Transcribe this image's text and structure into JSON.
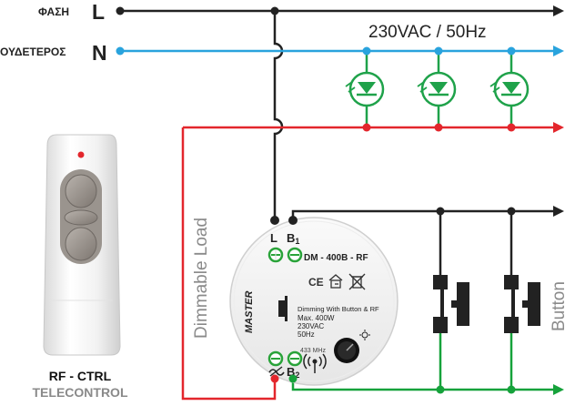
{
  "lines": {
    "phase_label": "ΦΑΣΗ",
    "phase_letter": "L",
    "neutral_label": "ΟΥΔΕΤΕΡΟΣ",
    "neutral_letter": "N",
    "supply_label": "230VAC / 50Hz"
  },
  "load": {
    "label": "Dimmable Load"
  },
  "button": {
    "label": "Button"
  },
  "module": {
    "terminal_l": "L",
    "terminal_b1": "B",
    "terminal_b1_sub": "1",
    "terminal_b2": "B",
    "terminal_b2_sub": "2",
    "model": "DM - 400B - RF",
    "brand": "MASTER",
    "spec_line1": "Dimming With Button & RF",
    "spec_line2": "Max. 400W",
    "spec_line3": "230VAC",
    "spec_line4": "50Hz",
    "frequency": "433 MHz",
    "mark_ce": "CE"
  },
  "remote": {
    "title": "RF - CTRL",
    "subtitle": "TELECONTROL"
  },
  "colors": {
    "phase": "#222222",
    "neutral": "#29a3dd",
    "load": "#e3262c",
    "button": "#16a23b",
    "lamp": "#1fa24a",
    "grey_text": "#8a8a8a"
  },
  "icons": {
    "lamp": "led-lamp-icon",
    "weee": "crossed-bin-icon",
    "indoor": "house-icon",
    "antenna": "wireless-icon",
    "knob": "dimmer-knob-icon",
    "sun": "brightness-icon"
  }
}
